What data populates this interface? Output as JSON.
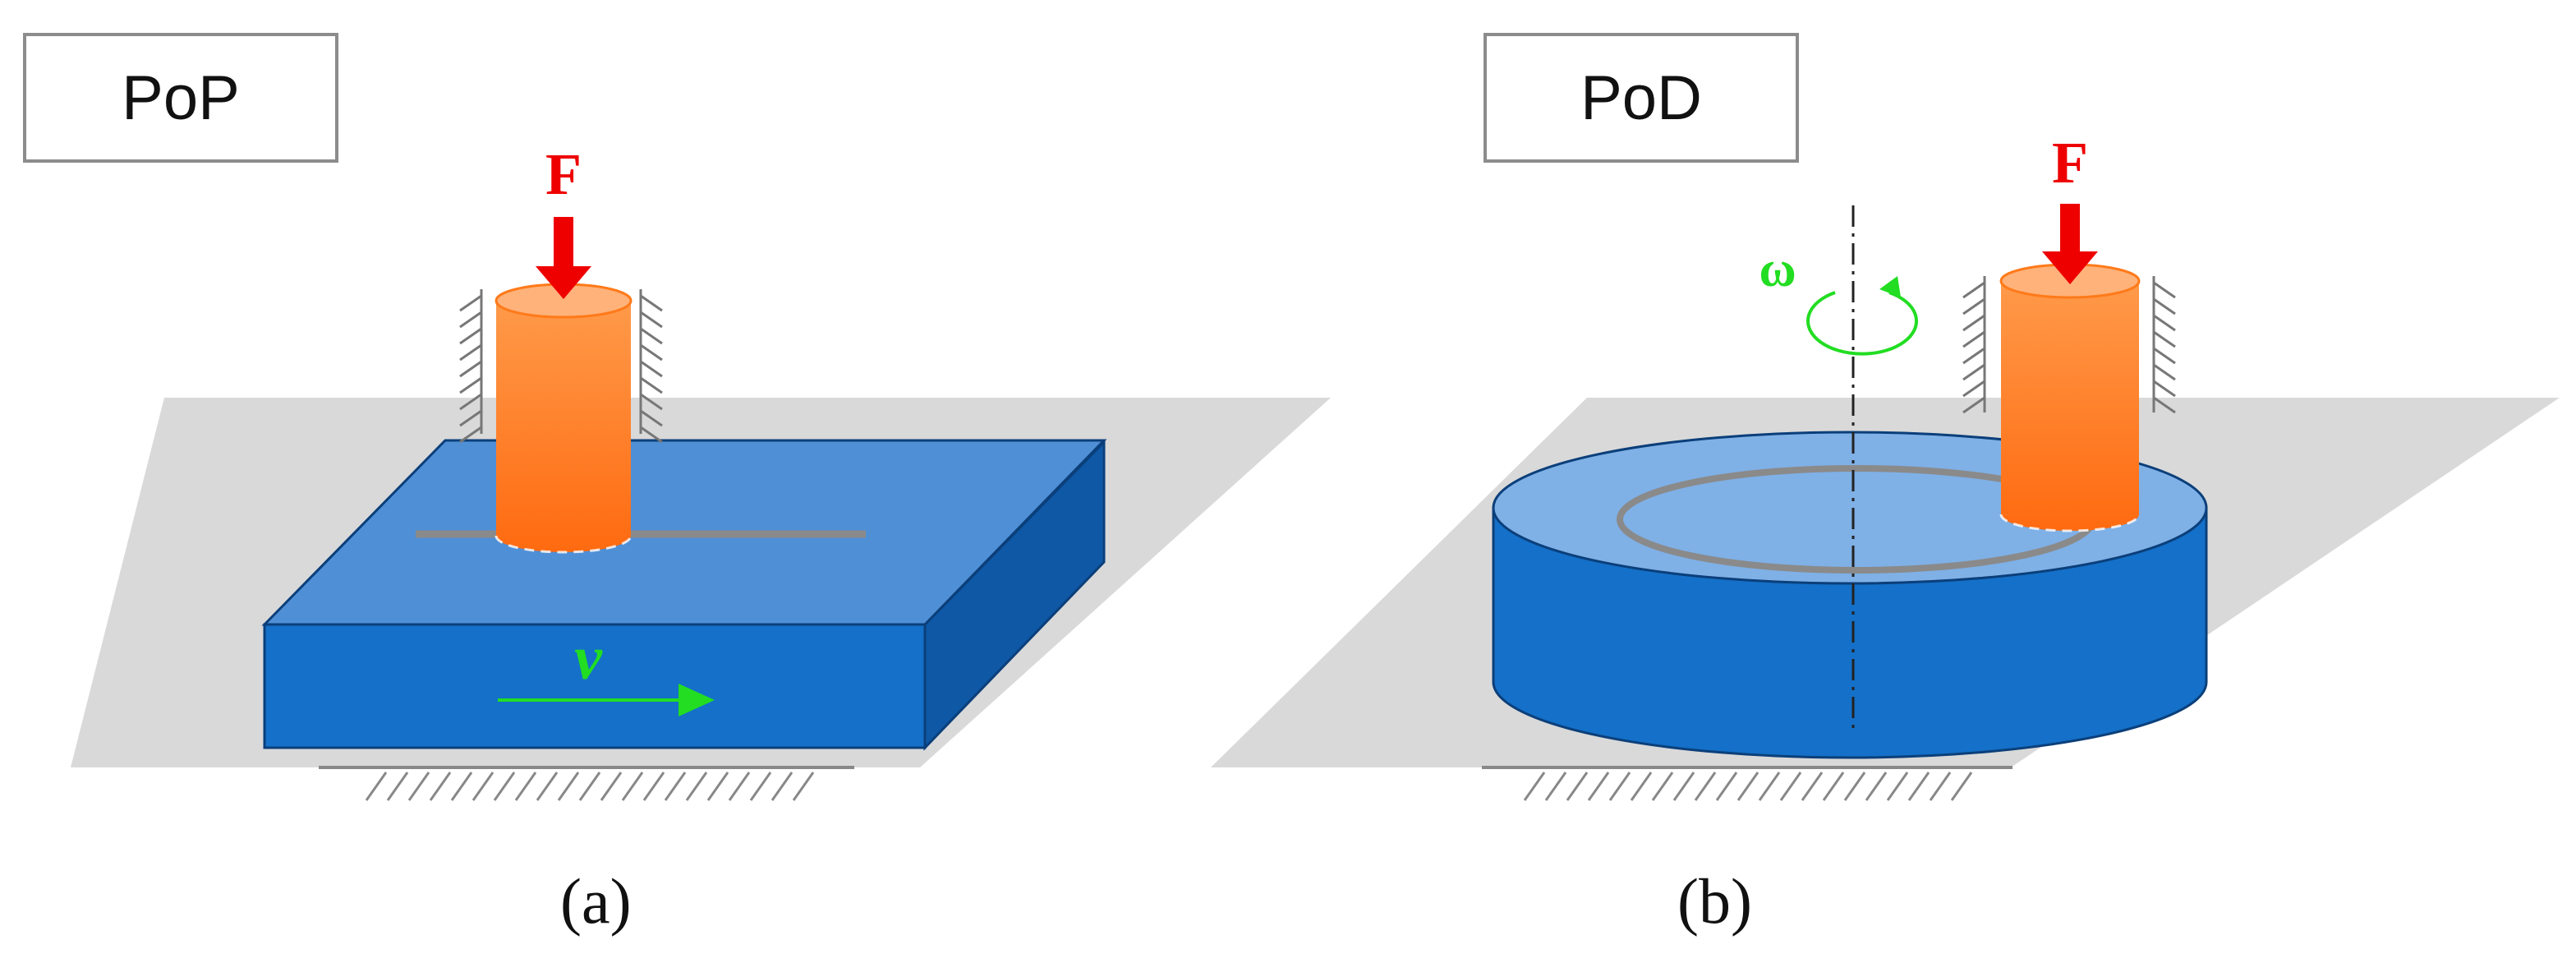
{
  "panels": {
    "left": {
      "label": "PoP",
      "caption": "(a)",
      "force_symbol": "F",
      "velocity_symbol": "v"
    },
    "right": {
      "label": "PoD",
      "caption": "(b)",
      "force_symbol": "F",
      "angular_symbol": "ω"
    }
  },
  "colors": {
    "force_arrow": "#ee0000",
    "motion_arrow": "#22dd22",
    "pin": "#ff7a1a",
    "plate_top": "#4f8fd6",
    "plate_front": "#1470c8",
    "plate_side": "#0e58a6",
    "disk_top": "#7fb0e6",
    "disk_side": "#1470c8",
    "ground": "#d9d9d9",
    "track": "#8a8a8a"
  }
}
